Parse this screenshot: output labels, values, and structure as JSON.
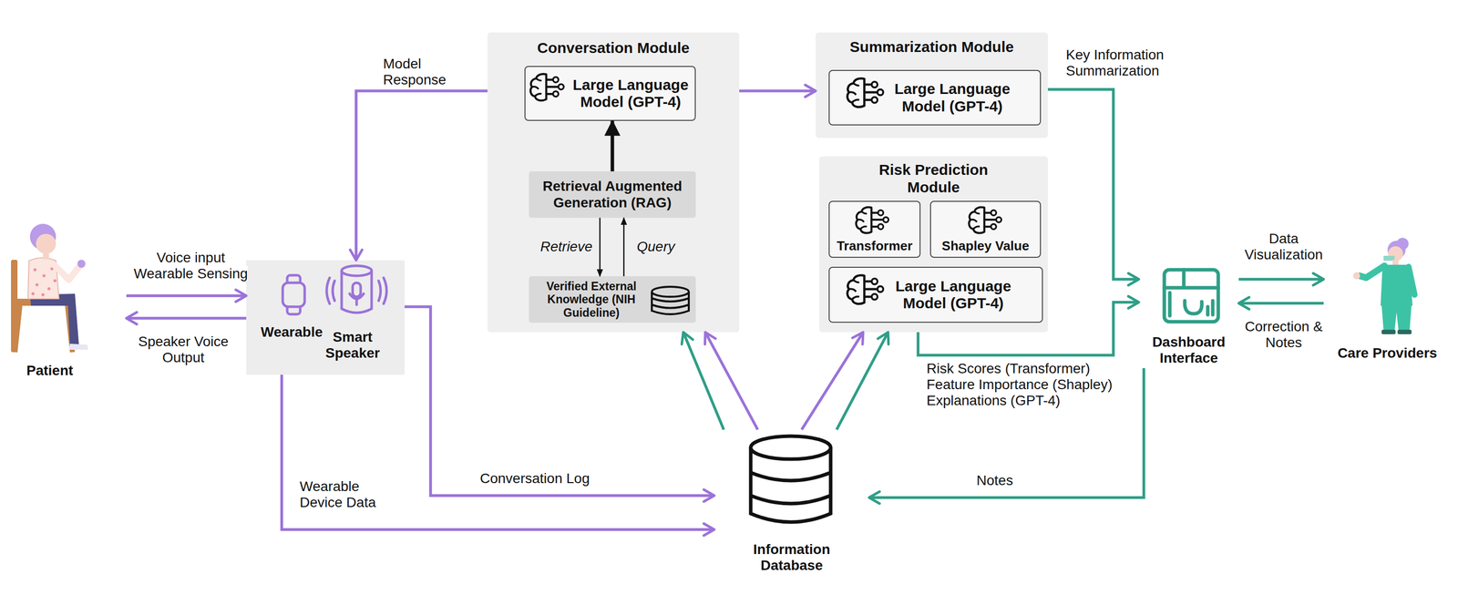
{
  "diagram": {
    "nodes": [
      {
        "text": [
          "Patient"
        ]
      },
      {
        "text": [
          "Wearable",
          "Smart Speaker"
        ]
      },
      {
        "text": [
          "Conversation Module"
        ]
      },
      {
        "text": [
          "Large Language Model (GPT-4)"
        ],
        "in": 2
      },
      {
        "text": [
          "Retrieval Augmented Generation (RAG)"
        ],
        "in": 2
      },
      {
        "text": [
          "Verified External Knowledge (NIH Guideline)"
        ],
        "in": 2
      },
      {
        "text": [
          "Summarization Module"
        ]
      },
      {
        "text": [
          "Large Language Model (GPT-4)"
        ],
        "in": 6
      },
      {
        "text": [
          "Risk Prediction Module"
        ]
      },
      {
        "text": [
          "Transformer"
        ],
        "in": 8
      },
      {
        "text": [
          "Shapley Value"
        ],
        "in": 8
      },
      {
        "text": [
          "Large Language Model (GPT-4)"
        ],
        "in": 8
      },
      {
        "text": [
          "Information Database"
        ]
      },
      {
        "text": [
          "Dashboard Interface"
        ]
      },
      {
        "text": [
          "Care Providers"
        ]
      }
    ],
    "edges": [
      {
        "from": 0,
        "to": 1,
        "label": "Voice input Wearable Sensing",
        "arrow": "to"
      },
      {
        "from": 1,
        "to": 0,
        "label": "Speaker Voice Output",
        "arrow": "to"
      },
      {
        "from": 2,
        "to": 1,
        "label": "Model Response",
        "arrow": "to"
      },
      {
        "from": 2,
        "to": 6,
        "arrow": "to"
      },
      {
        "from": 6,
        "to": 13,
        "label": "Key Information Summarization",
        "arrow": "to"
      },
      {
        "from": 8,
        "to": 13,
        "label": "Risk Scores (Transformer) Feature Importance (Shapley) Explanations (GPT-4)",
        "arrow": "to"
      },
      {
        "from": 13,
        "to": 14,
        "label": "Data Visualization",
        "arrow": "to"
      },
      {
        "from": 14,
        "to": 13,
        "label": "Correction & Notes",
        "arrow": "to"
      },
      {
        "from": 13,
        "to": 12,
        "label": "Notes",
        "arrow": "to"
      },
      {
        "from": 1,
        "to": 12,
        "label": "Conversation Log",
        "arrow": "to"
      },
      {
        "from": 1,
        "to": 12,
        "label": "Wearable Device Data",
        "arrow": "to"
      },
      {
        "from": 12,
        "to": 2,
        "arrow": "to"
      },
      {
        "from": 12,
        "to": 2,
        "arrow": "to"
      },
      {
        "from": 12,
        "to": 8,
        "arrow": "to"
      },
      {
        "from": 12,
        "to": 8,
        "arrow": "to"
      },
      {
        "from": 4,
        "to": 3,
        "arrow": "to"
      },
      {
        "from": 4,
        "to": 5,
        "label": "Retrieve",
        "arrow": "to"
      },
      {
        "from": 5,
        "to": 4,
        "label": "Query",
        "arrow": "to"
      }
    ]
  }
}
